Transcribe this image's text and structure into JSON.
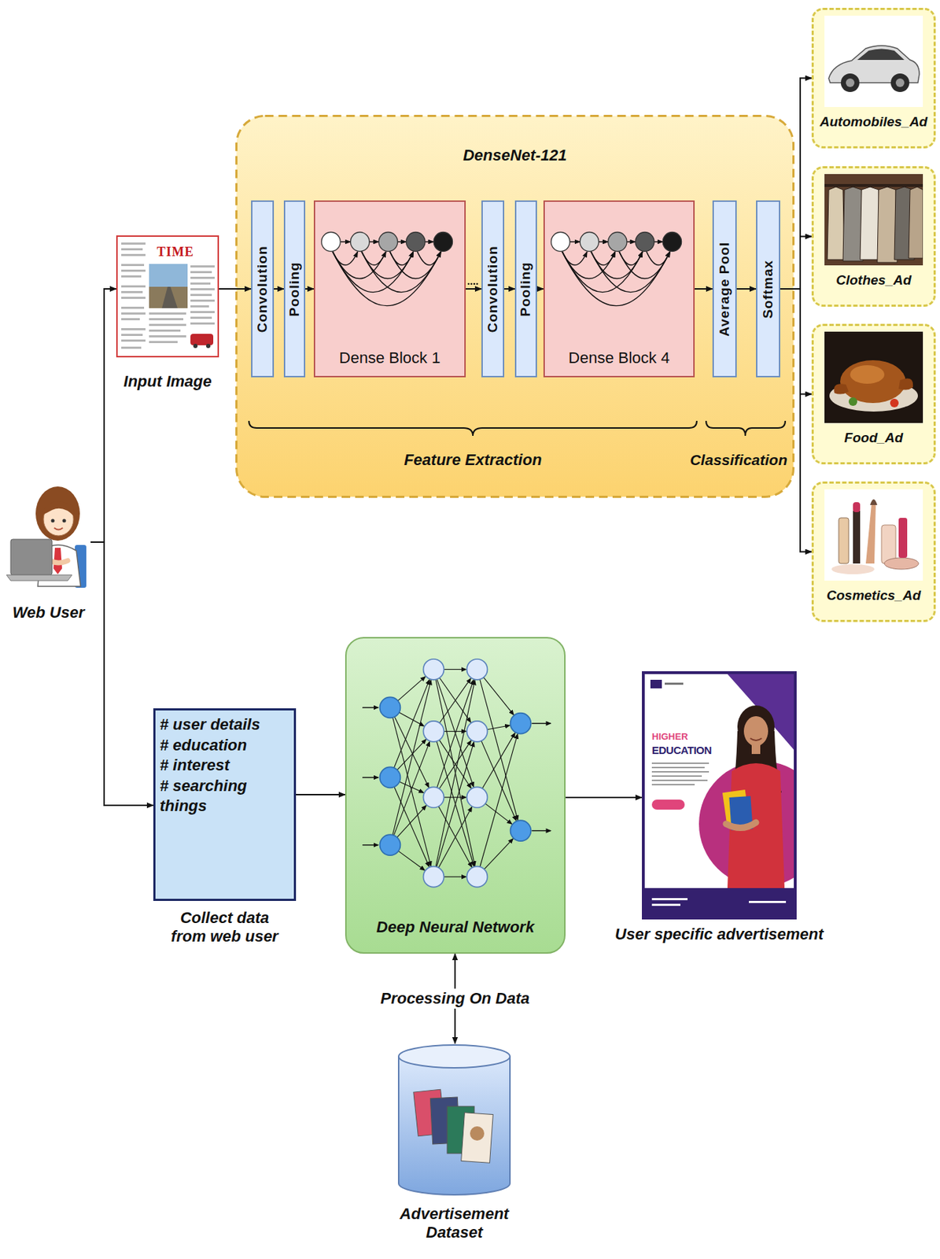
{
  "diagram": {
    "nodes": [
      {
        "text": [
          "Web User"
        ]
      },
      {
        "text": [
          "Input Image"
        ]
      },
      {
        "text": [
          "DenseNet-121"
        ]
      },
      {
        "text": [
          "Convolution"
        ],
        "in": 2
      },
      {
        "text": [
          "Pooling"
        ],
        "in": 2
      },
      {
        "text": [
          "Dense Block 1"
        ],
        "in": 2
      },
      {
        "text": [
          "Convolution"
        ],
        "in": 2
      },
      {
        "text": [
          "Pooling"
        ],
        "in": 2
      },
      {
        "text": [
          "Dense Block 4"
        ],
        "in": 2
      },
      {
        "text": [
          "Average Pool"
        ],
        "in": 2
      },
      {
        "text": [
          "Softmax"
        ],
        "in": 2
      },
      {
        "text": [
          "Automobiles_Ad"
        ]
      },
      {
        "text": [
          "Clothes_Ad"
        ]
      },
      {
        "text": [
          "Food_Ad"
        ]
      },
      {
        "text": [
          "Cosmetics_Ad"
        ]
      },
      {
        "text": [
          "# user details",
          "# education",
          "# interest",
          "# searching things",
          "Collect data from web user"
        ]
      },
      {
        "text": [
          "Deep Neural Network"
        ]
      },
      {
        "text": [
          "User specific advertisement"
        ]
      },
      {
        "text": [
          "Advertisement Dataset"
        ]
      }
    ],
    "edges": [
      {
        "from": 0,
        "to": 1,
        "arrow": "to"
      },
      {
        "from": 1,
        "to": 3,
        "arrow": "to"
      },
      {
        "from": 3,
        "to": 4,
        "arrow": "to"
      },
      {
        "from": 4,
        "to": 5,
        "arrow": "to"
      },
      {
        "from": 5,
        "to": 6,
        "arrow": "to"
      },
      {
        "from": 6,
        "to": 7,
        "arrow": "to"
      },
      {
        "from": 7,
        "to": 8,
        "arrow": "to"
      },
      {
        "from": 8,
        "to": 9,
        "arrow": "to"
      },
      {
        "from": 9,
        "to": 10,
        "arrow": "to"
      },
      {
        "from": 10,
        "to": 11,
        "arrow": "to"
      },
      {
        "from": 10,
        "to": 12,
        "arrow": "to"
      },
      {
        "from": 10,
        "to": 13,
        "arrow": "to"
      },
      {
        "from": 10,
        "to": 14,
        "arrow": "to"
      },
      {
        "from": 0,
        "to": 15,
        "arrow": "to"
      },
      {
        "from": 15,
        "to": 16,
        "arrow": "to"
      },
      {
        "from": 16,
        "to": 17,
        "arrow": "to"
      },
      {
        "from": 16,
        "to": 18,
        "label": "Processing On Data",
        "arrow": "both"
      }
    ],
    "labels": [
      "Feature Extraction",
      "Classification",
      "TIME",
      "HIGHER",
      "EDUCATION"
    ]
  }
}
